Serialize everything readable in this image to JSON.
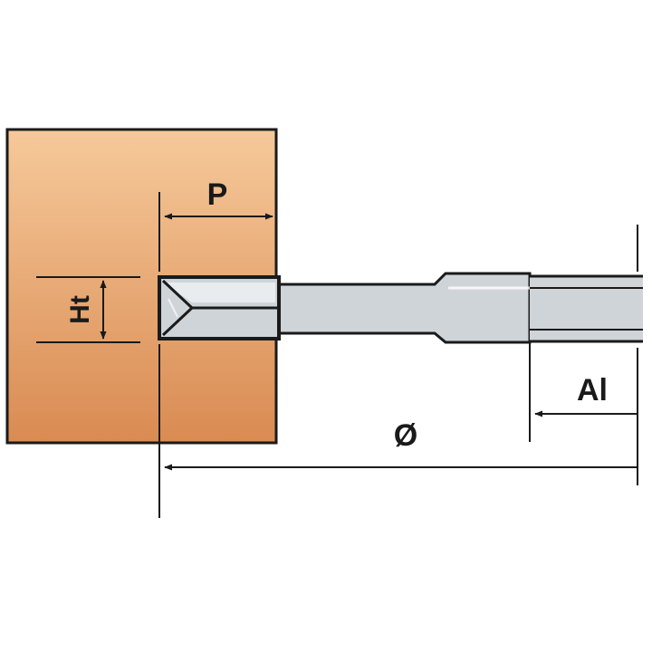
{
  "labels": {
    "depth": "P",
    "cutting_height": "Ht",
    "shank_length": "Al",
    "diameter": "Ø"
  },
  "colors": {
    "wood_top": "#f6c99a",
    "wood_bottom": "#d98b52",
    "steel": "#cfd4d9",
    "steel_highlight": "#e9ecef",
    "outline": "#1a1a1a"
  }
}
